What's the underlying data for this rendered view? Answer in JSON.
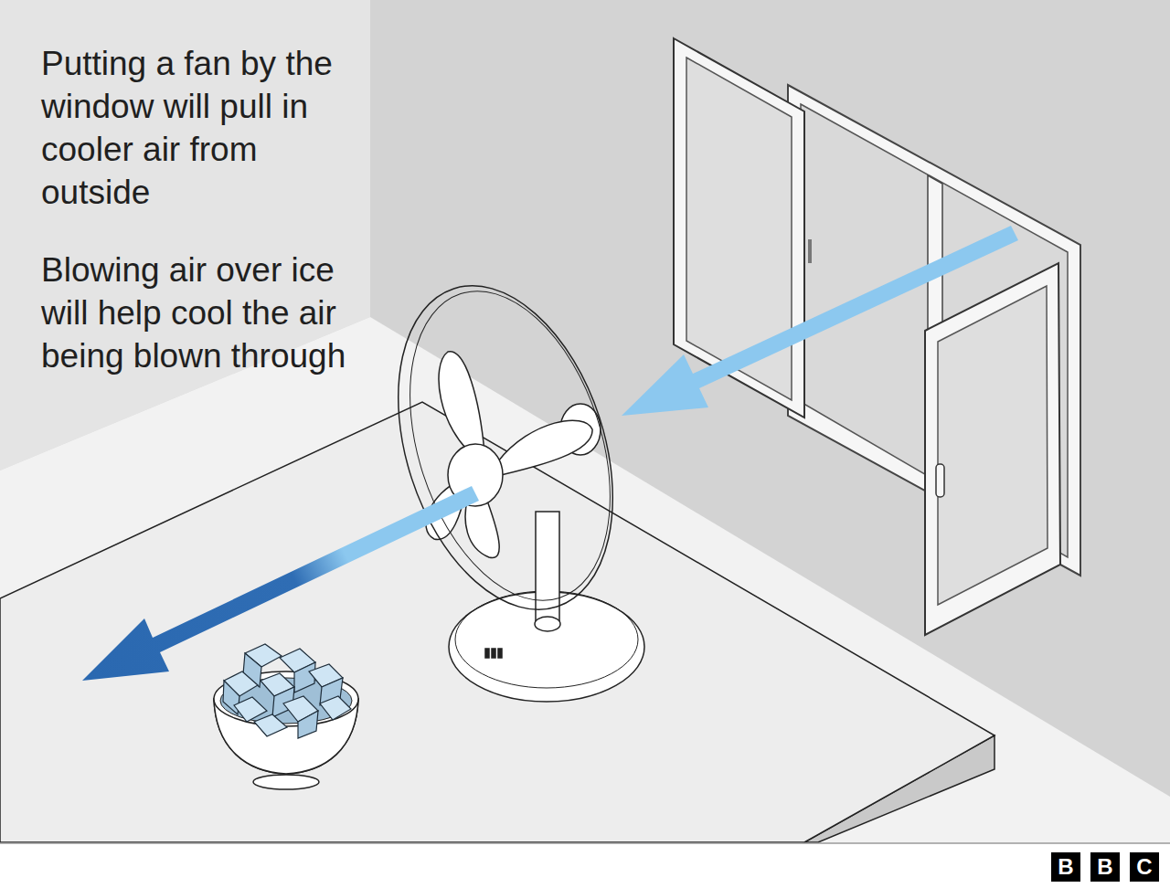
{
  "diagram": {
    "labels": [
      "Putting a fan by the window will pull in cooler air from outside",
      "Blowing air over ice will help cool the air being blown through",
      "B",
      "B",
      "C"
    ]
  }
}
